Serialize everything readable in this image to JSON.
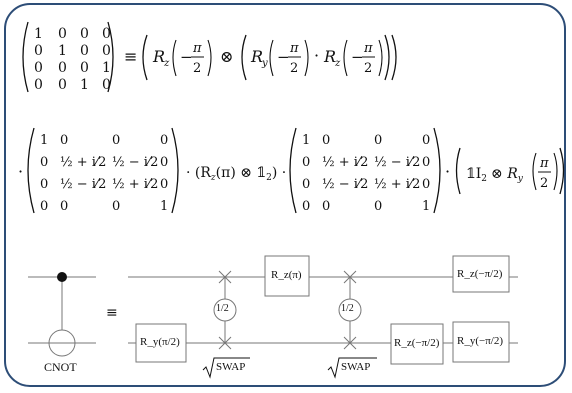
{
  "row1": {
    "matrix": [
      [
        "1",
        "0",
        "0",
        "0"
      ],
      [
        "0",
        "1",
        "0",
        "0"
      ],
      [
        "0",
        "0",
        "0",
        "1"
      ],
      [
        "0",
        "0",
        "1",
        "0"
      ]
    ],
    "equiv": "≡",
    "rz": "R",
    "rz_sub": "z",
    "minus": "−",
    "pi": "π",
    "two": "2",
    "otimes": "⊗",
    "ry": "R",
    "ry_sub": "y",
    "cdot": "·"
  },
  "row2": {
    "leading_dot": "·",
    "matrix_a": [
      [
        "1",
        "0",
        "0",
        "0"
      ],
      [
        "0",
        "½ + i⁄2",
        "½ − i⁄2",
        "0"
      ],
      [
        "0",
        "½ − i⁄2",
        "½ + i⁄2",
        "0"
      ],
      [
        "0",
        "0",
        "0",
        "1"
      ]
    ],
    "middle": "· (R",
    "middle_sub": "z",
    "middle_rest": "(π) ⊗ 𝟙",
    "middle_sub2": "2",
    "middle_end": ") ·",
    "matrix_b": [
      [
        "1",
        "0",
        "0",
        "0"
      ],
      [
        "0",
        "½ + i⁄2",
        "½ − i⁄2",
        "0"
      ],
      [
        "0",
        "½ − i⁄2",
        "½ + i⁄2",
        "0"
      ],
      [
        "0",
        "0",
        "0",
        "1"
      ]
    ],
    "tail_dot": "·",
    "tail_id": "𝟙I",
    "tail_sub": "2",
    "tail_otimes": "⊗ R",
    "tail_rsub": "y",
    "tail_pi": "π",
    "tail_two": "2"
  },
  "circuit": {
    "cnot_label": "CNOT",
    "equiv": "≡",
    "gates": {
      "ry_left": "R_y(π/2)",
      "rz_pi": "R_z(π)",
      "rz_top_right": "R_z(−π/2)",
      "rz_bottom_right": "R_z(−π/2)",
      "ry_bottom_right": "R_y(−π/2)"
    },
    "half": "1/2",
    "swap_label": "SWAP",
    "sqrt": "√"
  }
}
